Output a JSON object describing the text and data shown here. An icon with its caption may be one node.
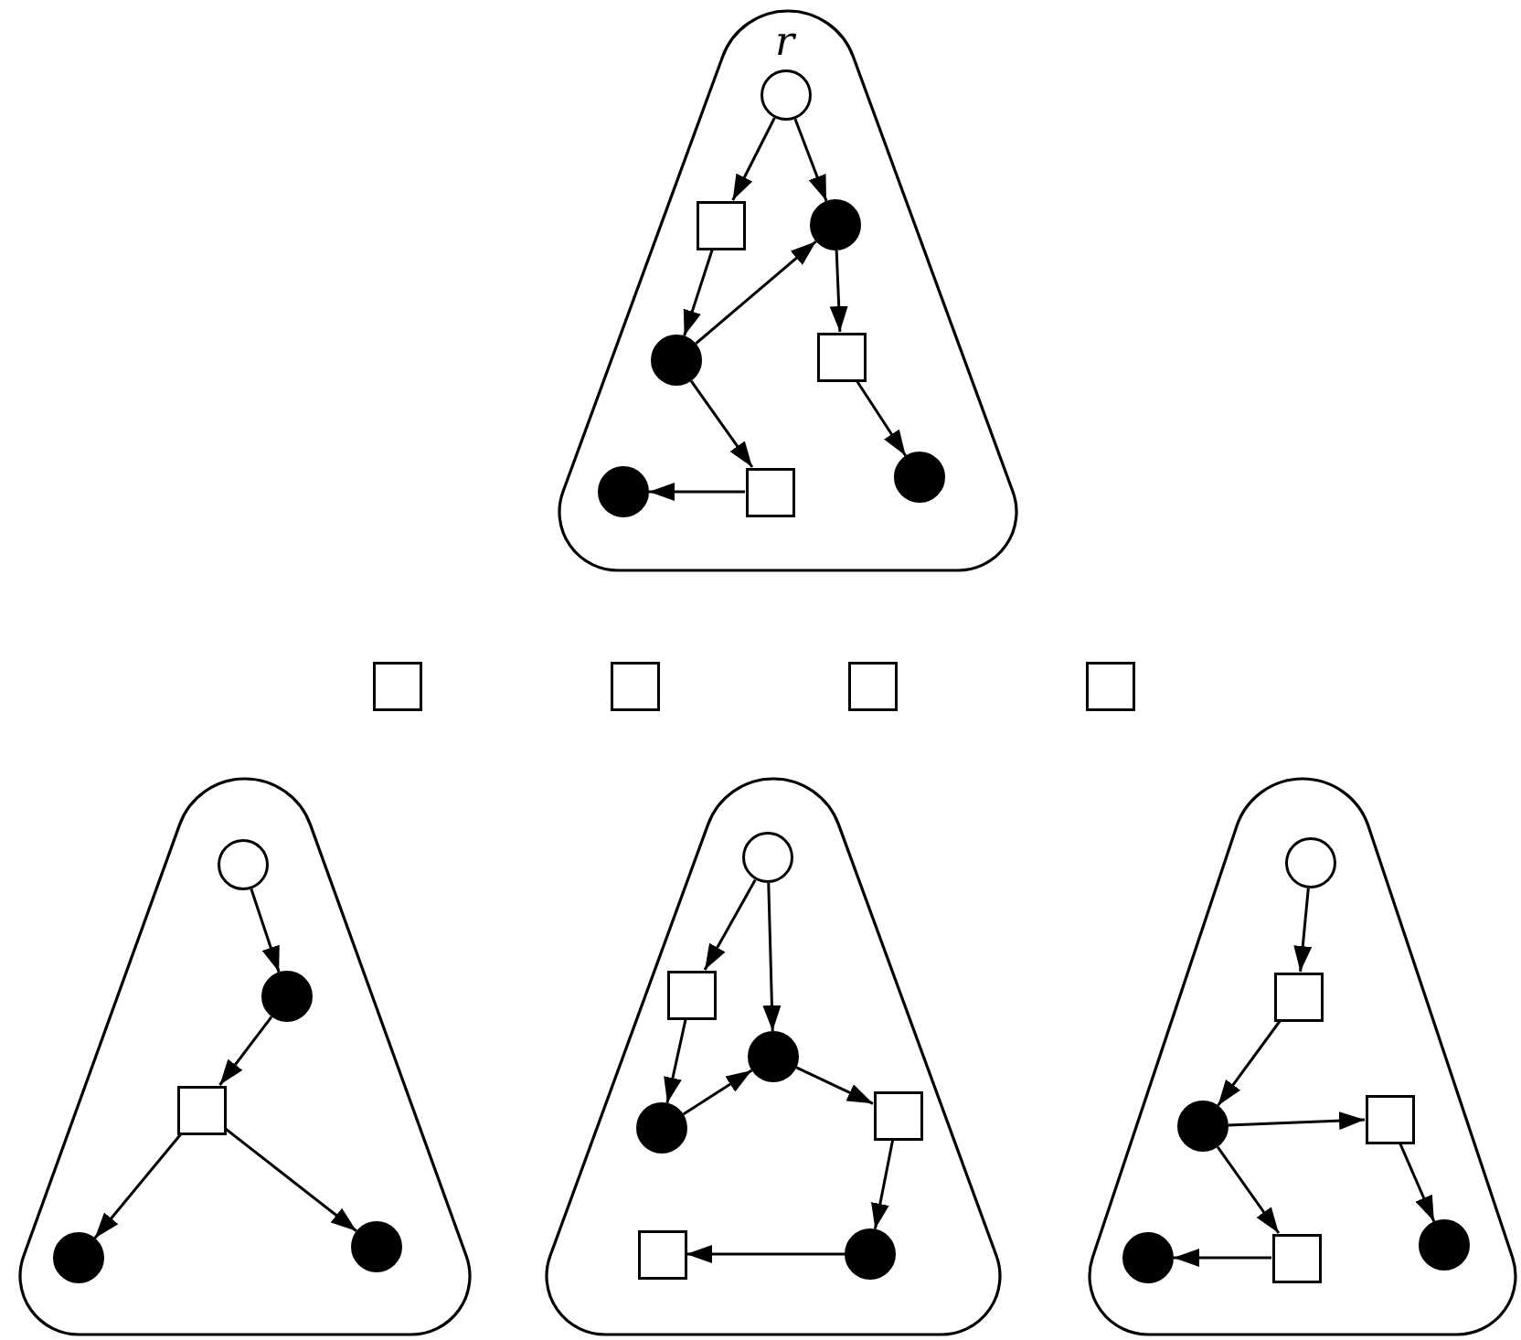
{
  "diagram": {
    "nodes": [
      {
        "text": [],
        "shape": "triangle"
      },
      {
        "text": [],
        "shape": "circle",
        "in": 0,
        "beside": [
          "r"
        ]
      },
      {
        "text": [],
        "shape": "box",
        "in": 0
      },
      {
        "text": [],
        "shape": "dot",
        "in": 0
      },
      {
        "text": [],
        "shape": "dot",
        "in": 0
      },
      {
        "text": [],
        "shape": "box",
        "in": 0
      },
      {
        "text": [],
        "shape": "dot",
        "in": 0
      },
      {
        "text": [],
        "shape": "box",
        "in": 0
      },
      {
        "text": [],
        "shape": "dot",
        "in": 0
      },
      {
        "text": [],
        "shape": "box"
      },
      {
        "text": [],
        "shape": "box"
      },
      {
        "text": [],
        "shape": "box"
      },
      {
        "text": [],
        "shape": "box"
      },
      {
        "text": [],
        "shape": "triangle"
      },
      {
        "text": [],
        "shape": "circle",
        "in": 13
      },
      {
        "text": [],
        "shape": "dot",
        "in": 13
      },
      {
        "text": [],
        "shape": "box",
        "in": 13
      },
      {
        "text": [],
        "shape": "dot",
        "in": 13
      },
      {
        "text": [],
        "shape": "dot",
        "in": 13
      },
      {
        "text": [],
        "shape": "triangle"
      },
      {
        "text": [],
        "shape": "circle",
        "in": 19
      },
      {
        "text": [],
        "shape": "box",
        "in": 19
      },
      {
        "text": [],
        "shape": "dot",
        "in": 19
      },
      {
        "text": [],
        "shape": "dot",
        "in": 19
      },
      {
        "text": [],
        "shape": "box",
        "in": 19
      },
      {
        "text": [],
        "shape": "box",
        "in": 19
      },
      {
        "text": [],
        "shape": "dot",
        "in": 19
      },
      {
        "text": [],
        "shape": "triangle"
      },
      {
        "text": [],
        "shape": "circle",
        "in": 27
      },
      {
        "text": [],
        "shape": "box",
        "in": 27
      },
      {
        "text": [],
        "shape": "dot",
        "in": 27
      },
      {
        "text": [],
        "shape": "box",
        "in": 27
      },
      {
        "text": [],
        "shape": "dot",
        "in": 27
      },
      {
        "text": [],
        "shape": "box",
        "in": 27
      },
      {
        "text": [],
        "shape": "dot",
        "in": 27
      }
    ],
    "edges": [
      {
        "from": 1,
        "to": 2,
        "arrow": "to"
      },
      {
        "from": 1,
        "to": 3,
        "arrow": "to"
      },
      {
        "from": 2,
        "to": 4,
        "arrow": "to"
      },
      {
        "from": 4,
        "to": 3,
        "arrow": "to"
      },
      {
        "from": 3,
        "to": 5,
        "arrow": "to"
      },
      {
        "from": 4,
        "to": 7,
        "arrow": "to"
      },
      {
        "from": 7,
        "to": 6,
        "arrow": "to"
      },
      {
        "from": 5,
        "to": 8,
        "arrow": "to"
      },
      {
        "from": 14,
        "to": 15,
        "arrow": "to"
      },
      {
        "from": 15,
        "to": 16,
        "arrow": "to"
      },
      {
        "from": 16,
        "to": 17,
        "arrow": "to"
      },
      {
        "from": 16,
        "to": 18,
        "arrow": "to"
      },
      {
        "from": 20,
        "to": 21,
        "arrow": "to"
      },
      {
        "from": 20,
        "to": 22,
        "arrow": "to"
      },
      {
        "from": 21,
        "to": 23,
        "arrow": "to"
      },
      {
        "from": 23,
        "to": 22,
        "arrow": "to"
      },
      {
        "from": 22,
        "to": 24,
        "arrow": "to"
      },
      {
        "from": 24,
        "to": 26,
        "arrow": "to"
      },
      {
        "from": 26,
        "to": 25,
        "arrow": "to"
      },
      {
        "from": 28,
        "to": 29,
        "arrow": "to"
      },
      {
        "from": 29,
        "to": 30,
        "arrow": "to"
      },
      {
        "from": 30,
        "to": 31,
        "arrow": "to"
      },
      {
        "from": 30,
        "to": 33,
        "arrow": "to"
      },
      {
        "from": 33,
        "to": 32,
        "arrow": "to"
      },
      {
        "from": 31,
        "to": 34,
        "arrow": "to"
      }
    ]
  }
}
